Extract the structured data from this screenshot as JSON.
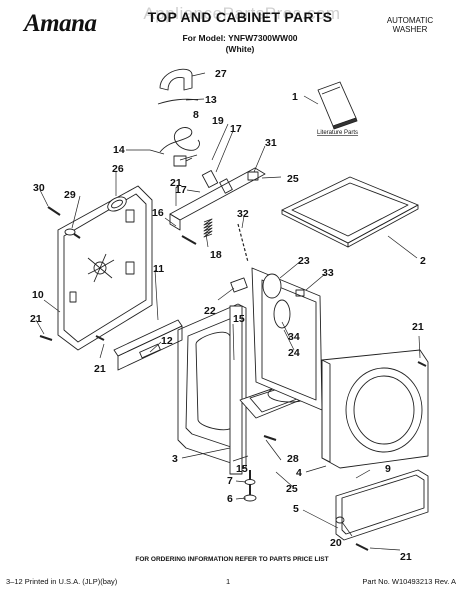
{
  "header": {
    "brand": "Amana",
    "title": "TOP AND CABINET PARTS",
    "model_line": "For Model: YNFW7300WW00",
    "color": "(White)",
    "product_type": [
      "AUTOMATIC",
      "WASHER"
    ],
    "watermark": "AppliancePartsPros.com"
  },
  "literature_label": "Literature Parts",
  "callouts": [
    "1",
    "2",
    "3",
    "4",
    "5",
    "6",
    "7",
    "8",
    "9",
    "10",
    "11",
    "12",
    "13",
    "14",
    "15",
    "16",
    "17",
    "18",
    "19",
    "20",
    "21",
    "22",
    "23",
    "24",
    "25",
    "26",
    "27",
    "28",
    "29",
    "30",
    "31",
    "32",
    "33",
    "34"
  ],
  "footer": {
    "ordering_note": "FOR ORDERING INFORMATION REFER TO PARTS PRICE LIST",
    "printed": "3–12 Printed in U.S.A. (JLP)(bay)",
    "page": "1",
    "part_no": "Part No. W10493213 Rev. A"
  }
}
